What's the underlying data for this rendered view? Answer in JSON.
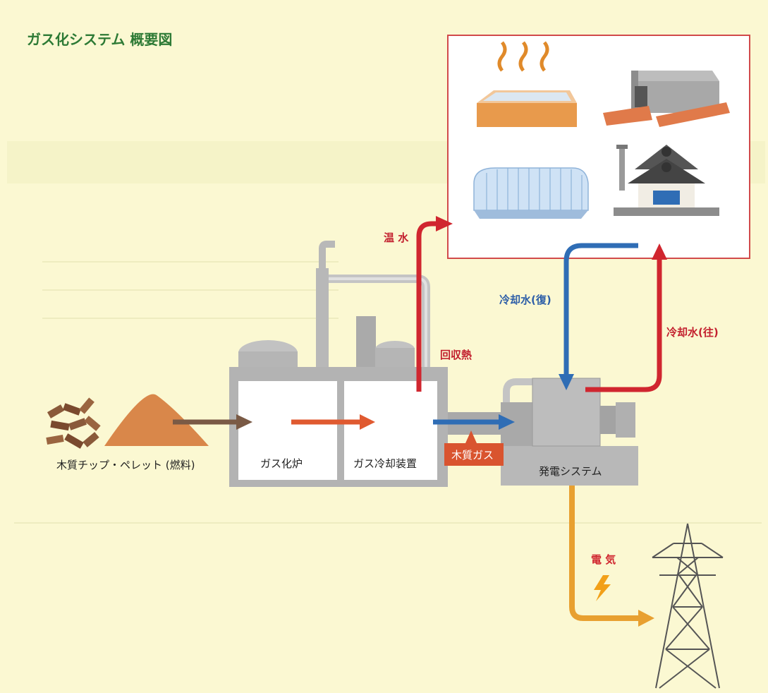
{
  "title": "ガス化システム 概要図",
  "labels": {
    "fuel": "木質チップ・ペレット (燃料)",
    "gasifier": "ガス化炉",
    "gas_cooler": "ガス冷却装置",
    "wood_gas": "木質ガス",
    "power_system": "発電システム",
    "hot_water": "温 水",
    "recovered_heat": "回収熱",
    "coolant_return": "冷却水(復)",
    "coolant_supply": "冷却水(往)",
    "electricity": "電 気"
  },
  "colors": {
    "background": "#fbf8d2",
    "title_green": "#2d7a35",
    "hot_red": "#d0262f",
    "cool_blue": "#2f6db5",
    "electric_orange": "#e8a030",
    "fuel_brown": "#8a5a3a",
    "machine_gray": "#b3b3b3"
  },
  "icons": [
    "wood-chips-icon",
    "sawdust-pile-icon",
    "hot-bath-icon",
    "kiln-icon",
    "greenhouse-icon",
    "bathhouse-icon",
    "lightning-icon",
    "power-tower-icon"
  ]
}
